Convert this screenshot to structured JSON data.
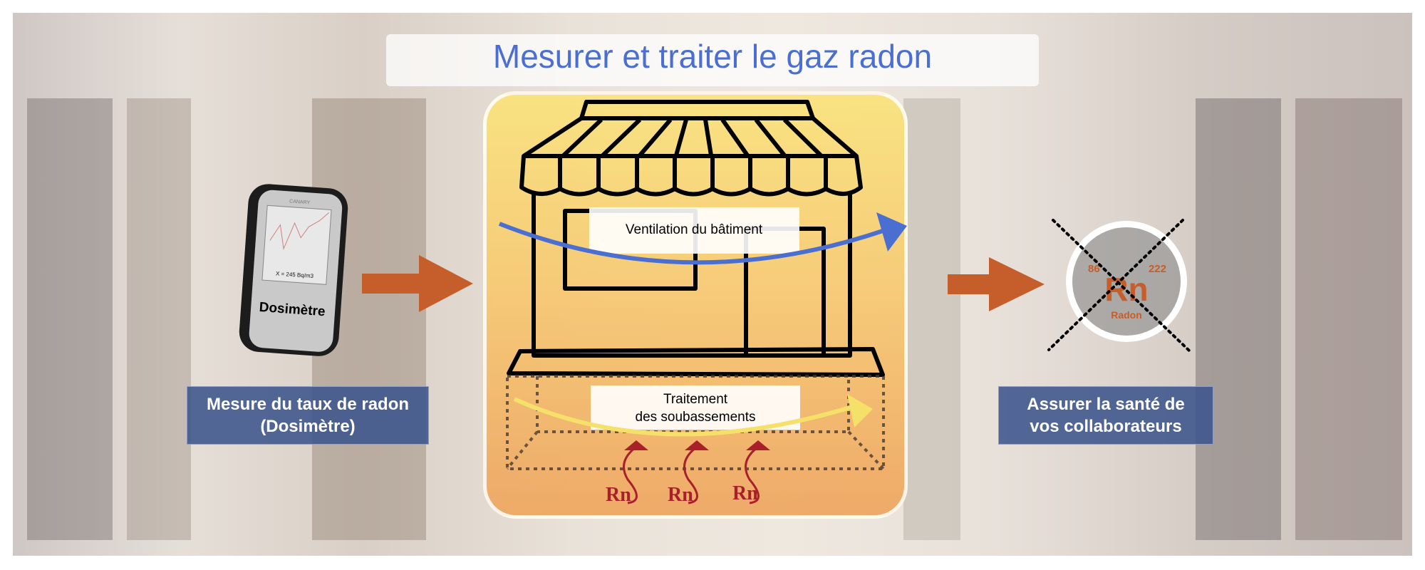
{
  "title": "Mesurer et traiter le gaz radon",
  "dosimeter": {
    "brand": "CANARY",
    "reading": "X = 245 Bq/m3",
    "label": "Dosimètre"
  },
  "left_caption": {
    "line1": "Mesure du taux de radon",
    "line2": "(Dosimètre)"
  },
  "building": {
    "ventilation_label": "Ventilation du bâtiment",
    "treatment_label_line1": "Traitement",
    "treatment_label_line2": "des soubassements",
    "radon_symbols": [
      "Rn",
      "Rn",
      "Rn"
    ]
  },
  "element": {
    "atomic_number": "86",
    "mass": "222",
    "symbol": "Rn",
    "name": "Radon"
  },
  "right_caption": {
    "line1": "Assurer la santé de",
    "line2": "vos collaborateurs"
  },
  "colors": {
    "title": "#4a6fd1",
    "arrow": "#c55e2a",
    "ventilation_arrow": "#4a6fd1",
    "treatment_arrow": "#f5e06a",
    "radon": "#a8202a",
    "caption_bg": "#3c558c"
  }
}
